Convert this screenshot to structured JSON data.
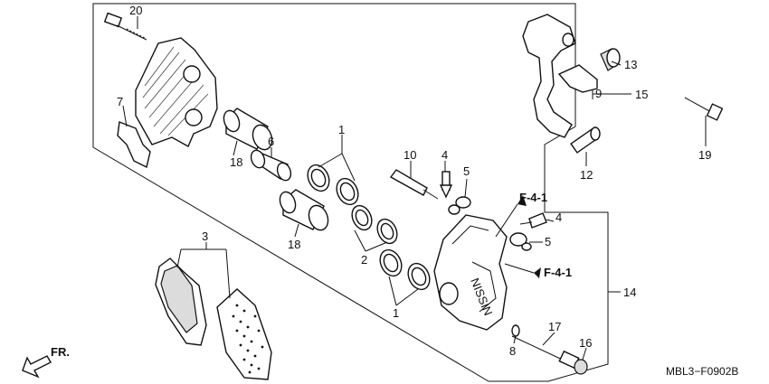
{
  "diagram": {
    "drawing_code": "MBL3−F0902B",
    "direction_label": "FR.",
    "references": [
      {
        "id": "ref-upper",
        "label": "F-4-1"
      },
      {
        "id": "ref-lower",
        "label": "F-4-1"
      }
    ],
    "callouts": [
      {
        "id": "c1",
        "label": "20"
      },
      {
        "id": "c2",
        "label": "7"
      },
      {
        "id": "c3",
        "label": "6"
      },
      {
        "id": "c4",
        "label": "18"
      },
      {
        "id": "c5",
        "label": "1"
      },
      {
        "id": "c6",
        "label": "10"
      },
      {
        "id": "c7",
        "label": "4"
      },
      {
        "id": "c8",
        "label": "5"
      },
      {
        "id": "c9",
        "label": "13"
      },
      {
        "id": "c10",
        "label": "9"
      },
      {
        "id": "c11",
        "label": "15"
      },
      {
        "id": "c12",
        "label": "12"
      },
      {
        "id": "c13",
        "label": "19"
      },
      {
        "id": "c14",
        "label": "18"
      },
      {
        "id": "c15",
        "label": "2"
      },
      {
        "id": "c16",
        "label": "3"
      },
      {
        "id": "c17",
        "label": "4"
      },
      {
        "id": "c18",
        "label": "5"
      },
      {
        "id": "c19",
        "label": "14"
      },
      {
        "id": "c20",
        "label": "1"
      },
      {
        "id": "c21",
        "label": "17"
      },
      {
        "id": "c22",
        "label": "8"
      },
      {
        "id": "c23",
        "label": "16"
      }
    ]
  }
}
